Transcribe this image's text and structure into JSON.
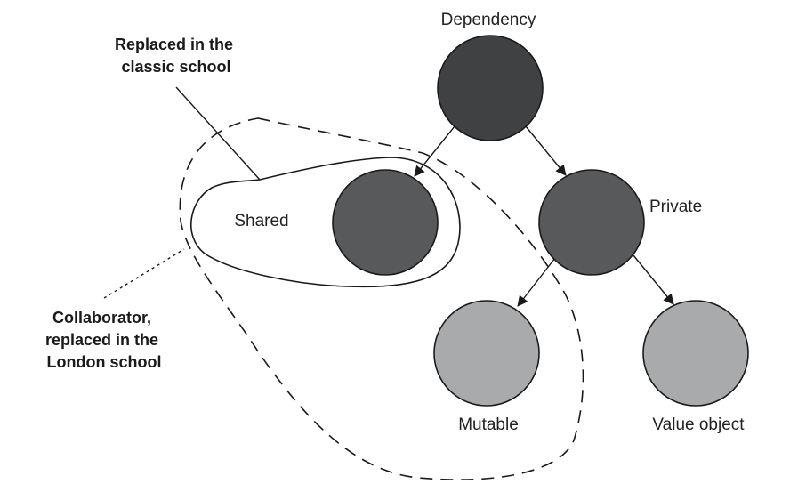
{
  "nodes": {
    "dependency": {
      "label": "Dependency",
      "color": "#404143"
    },
    "shared": {
      "label": "Shared",
      "color": "#57595a"
    },
    "private": {
      "label": "Private",
      "color": "#57595a"
    },
    "mutable": {
      "label": "Mutable",
      "color": "#a8aaab"
    },
    "value_object": {
      "label": "Value object",
      "color": "#a8aaab"
    }
  },
  "callouts": {
    "classic_school": {
      "lines": [
        "Replaced in the",
        "classic school"
      ]
    },
    "london_school": {
      "lines": [
        "Collaborator,",
        "replaced in the",
        "London school"
      ]
    }
  },
  "colors": {
    "outline": "#1a1a1a",
    "background": "#ffffff"
  }
}
